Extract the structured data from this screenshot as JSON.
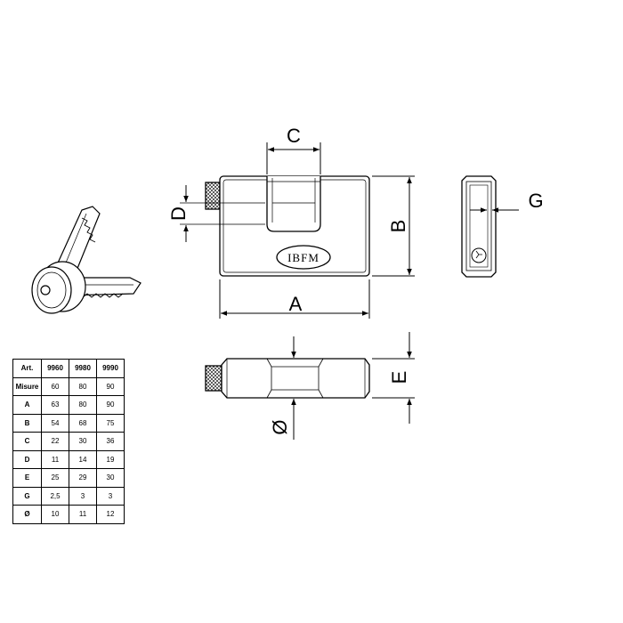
{
  "labels": {
    "A": "A",
    "B": "B",
    "C": "C",
    "D": "D",
    "E": "E",
    "G": "G",
    "diameter": "Ø",
    "brand": "IBFM"
  },
  "table": {
    "header": [
      "Art.",
      "9960",
      "9980",
      "9990"
    ],
    "rows": [
      [
        "Misure",
        "60",
        "80",
        "90"
      ],
      [
        "A",
        "63",
        "80",
        "90"
      ],
      [
        "B",
        "54",
        "68",
        "75"
      ],
      [
        "C",
        "22",
        "30",
        "36"
      ],
      [
        "D",
        "11",
        "14",
        "19"
      ],
      [
        "E",
        "25",
        "29",
        "30"
      ],
      [
        "G",
        "2,5",
        "3",
        "3"
      ],
      [
        "Ø",
        "10",
        "11",
        "12"
      ]
    ]
  }
}
